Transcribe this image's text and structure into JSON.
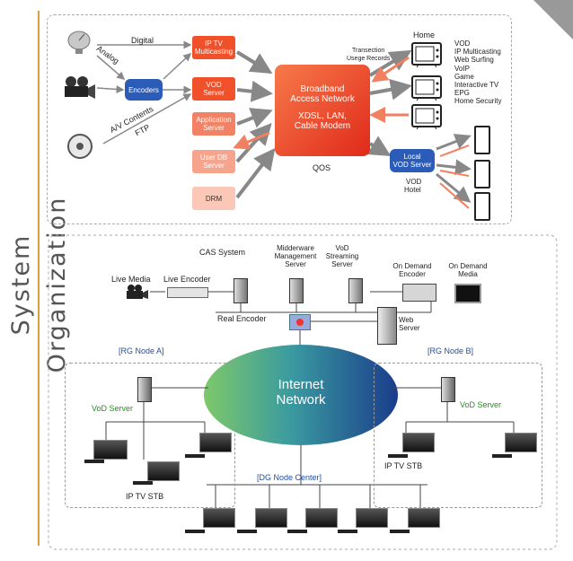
{
  "title": "System Organization",
  "top": {
    "sources": {
      "digital": "Digital",
      "analog": "Analog",
      "av_contents": "A/V Contents",
      "ftp": "FTP"
    },
    "encoders": "Encoders",
    "servers": [
      "IP TV Multicasting",
      "VOD Server",
      "Application Server",
      "User DB Server",
      "DRM"
    ],
    "network": {
      "line1": "Broadband",
      "line2": "Access Network",
      "line3": "XDSL, LAN,",
      "line4": "Cable Modem"
    },
    "qos": "QOS",
    "transection": "Transection",
    "usage": "Usege Records",
    "home": "Home",
    "services": [
      "VOD",
      "IP Multicasting",
      "Web Surfing",
      "VoIP",
      "Game",
      "Interactive TV",
      "EPG",
      "Home Security"
    ],
    "local_vod": {
      "line1": "Local",
      "line2": "VOD Server"
    },
    "vod_hotel": {
      "line1": "VOD",
      "line2": "Hotel"
    }
  },
  "bottom": {
    "cas_system": "CAS System",
    "middleware": {
      "line1": "Midderware",
      "line2": "Management",
      "line3": "Server"
    },
    "streaming": {
      "line1": "VoD",
      "line2": "Streaming",
      "line3": "Server"
    },
    "on_demand_encoder": {
      "line1": "On Demand",
      "line2": "Encoder"
    },
    "on_demand_media": {
      "line1": "On Demand",
      "line2": "Media"
    },
    "live_media": "Live Media",
    "live_encoder": "Live Encoder",
    "real_encoder": "Real Encoder",
    "web_server": {
      "line1": "Web",
      "line2": "Server"
    },
    "rg_node_a": "[RG Node A]",
    "rg_node_b": "[RG Node B]",
    "internet": {
      "line1": "Internet",
      "line2": "Network"
    },
    "vod_server": "VoD Server",
    "ip_tv_stb": "IP TV STB",
    "dg_node_center": "[DG Node Center]"
  },
  "colors": {
    "server_red": "#f0502a",
    "light_red": "#f7b3a0",
    "encoder_blue": "#2a5cb8",
    "gold": "#d8a040"
  }
}
